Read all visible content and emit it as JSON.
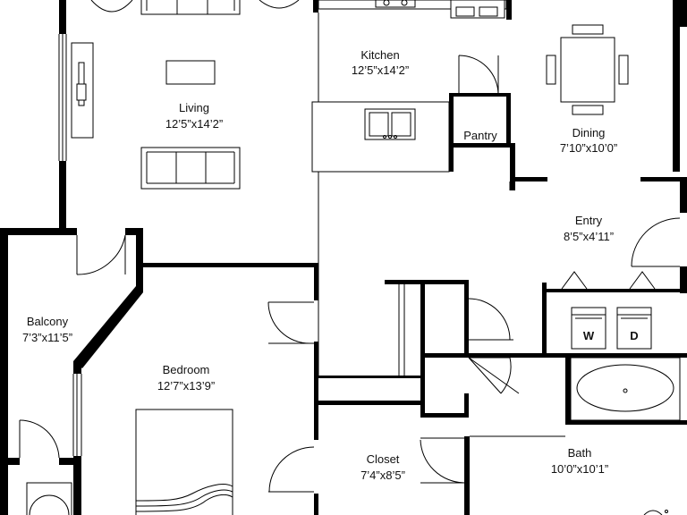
{
  "rooms": {
    "living": {
      "name": "Living",
      "dims": "12’5”x14’2”"
    },
    "kitchen": {
      "name": "Kitchen",
      "dims": "12’5”x14’2”"
    },
    "dining": {
      "name": "Dining",
      "dims": "7’10”x10’0”"
    },
    "pantry": {
      "name": "Pantry"
    },
    "entry": {
      "name": "Entry",
      "dims": "8’5”x4’11”"
    },
    "balcony": {
      "name": "Balcony",
      "dims": "7’3”x11’5”"
    },
    "bedroom": {
      "name": "Bedroom",
      "dims": "12’7”x13’9”"
    },
    "closet": {
      "name": "Closet",
      "dims": "7’4”x8’5”"
    },
    "bath": {
      "name": "Bath",
      "dims": "10’0”x10’1”"
    }
  },
  "appliances": {
    "washer": "W",
    "dryer": "D"
  }
}
